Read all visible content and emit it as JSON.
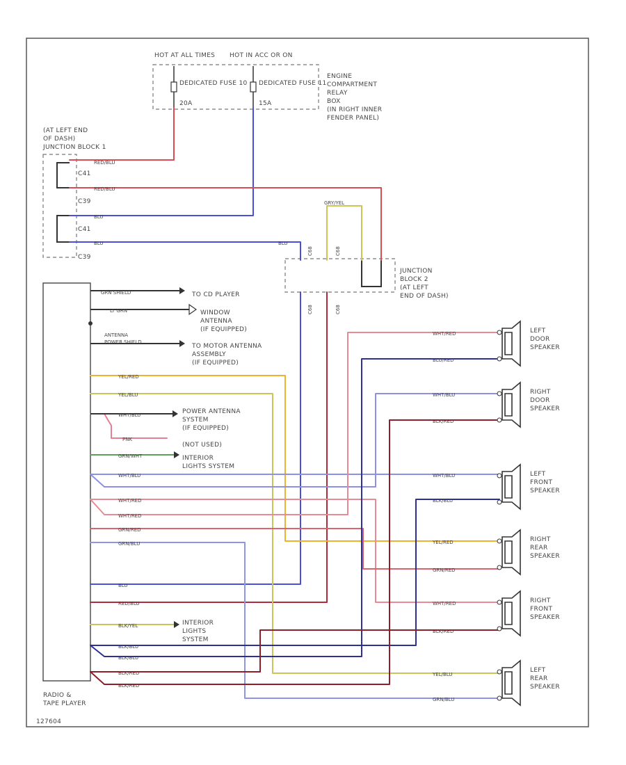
{
  "labels": {
    "hot_at_all_times": "HOT AT ALL TIMES",
    "hot_in_acc_or_on": "HOT IN ACC OR ON",
    "fuse10_title": "DEDICATED FUSE 10",
    "fuse10_amp": "20A",
    "fuse11_title": "DEDICATED FUSE 11",
    "fuse11_amp": "15A",
    "engine_box": [
      "ENGINE",
      "COMPARTMENT",
      "RELAY",
      "BOX",
      "(IN RIGHT INNER",
      "FENDER PANEL)"
    ],
    "jb1": [
      "(AT LEFT END",
      "OF DASH)",
      "JUNCTION BLOCK 1"
    ],
    "jb2": [
      "JUNCTION",
      "BLOCK 2",
      "(AT LEFT",
      "END OF DASH)"
    ],
    "radio": [
      "RADIO &",
      "TAPE PLAYER"
    ],
    "to_cd": "TO CD PLAYER",
    "window_antenna": [
      "WINDOW",
      "ANTENNA",
      "(IF EQUIPPED)"
    ],
    "motor_antenna": [
      "TO MOTOR ANTENNA",
      "ASSEMBLY",
      "(IF EQUIPPED)"
    ],
    "power_antenna": [
      "POWER ANTENNA",
      "SYSTEM",
      "(IF EQUIPPED)"
    ],
    "not_used": "(NOT USED)",
    "interior_lights_1": [
      "INTERIOR",
      "LIGHTS SYSTEM"
    ],
    "interior_lights_2": [
      "INTERIOR",
      "LIGHTS",
      "SYSTEM"
    ],
    "antenna_power_shield": [
      "ANTENNA",
      "POWER SHIELD"
    ],
    "footer_code": "127604"
  },
  "speakers": [
    [
      "LEFT",
      "DOOR",
      "SPEAKER"
    ],
    [
      "RIGHT",
      "DOOR",
      "SPEAKER"
    ],
    [
      "LEFT",
      "FRONT",
      "SPEAKER"
    ],
    [
      "RIGHT",
      "REAR",
      "SPEAKER"
    ],
    [
      "RIGHT",
      "FRONT",
      "SPEAKER"
    ],
    [
      "LEFT",
      "REAR",
      "SPEAKER"
    ]
  ],
  "jb1_pins": [
    "C41",
    "C39",
    "C41",
    "C39"
  ],
  "jb2_pins": [
    "C68",
    "C68",
    "C68",
    "C68"
  ],
  "wire_labels": {
    "red_blu": "RED/BLU",
    "blu": "BLU",
    "grn_yel": "GRY/YEL",
    "wht_red": "WHT/RED",
    "blu_red": "BLU/RED",
    "wht_blu": "WHT/BLU",
    "blk_red": "BLK/RED",
    "yel_red": "YEL/RED",
    "yel_blu": "YEL/BLU",
    "grn_red": "GRN/RED",
    "grn_blu": "GRN/BLU",
    "pnk": "PNK",
    "grn_wht": "GRN/WHT",
    "grn_shield": "GRN SHIELD",
    "ltgrn": "LT GRN",
    "blk_yel": "BLK/YEL",
    "blk_blu": "BLK/BLU"
  },
  "colors": {
    "red": "#d94c55",
    "blue": "#4b4ed8",
    "orange": "#f0b030",
    "yellow": "#c9c558",
    "pink": "#e57f92",
    "green": "#5ea05a",
    "lightblue": "#8c90e6",
    "darkred": "#8e1e2a",
    "navy": "#2e2f92",
    "gray": "#8e95e4"
  }
}
